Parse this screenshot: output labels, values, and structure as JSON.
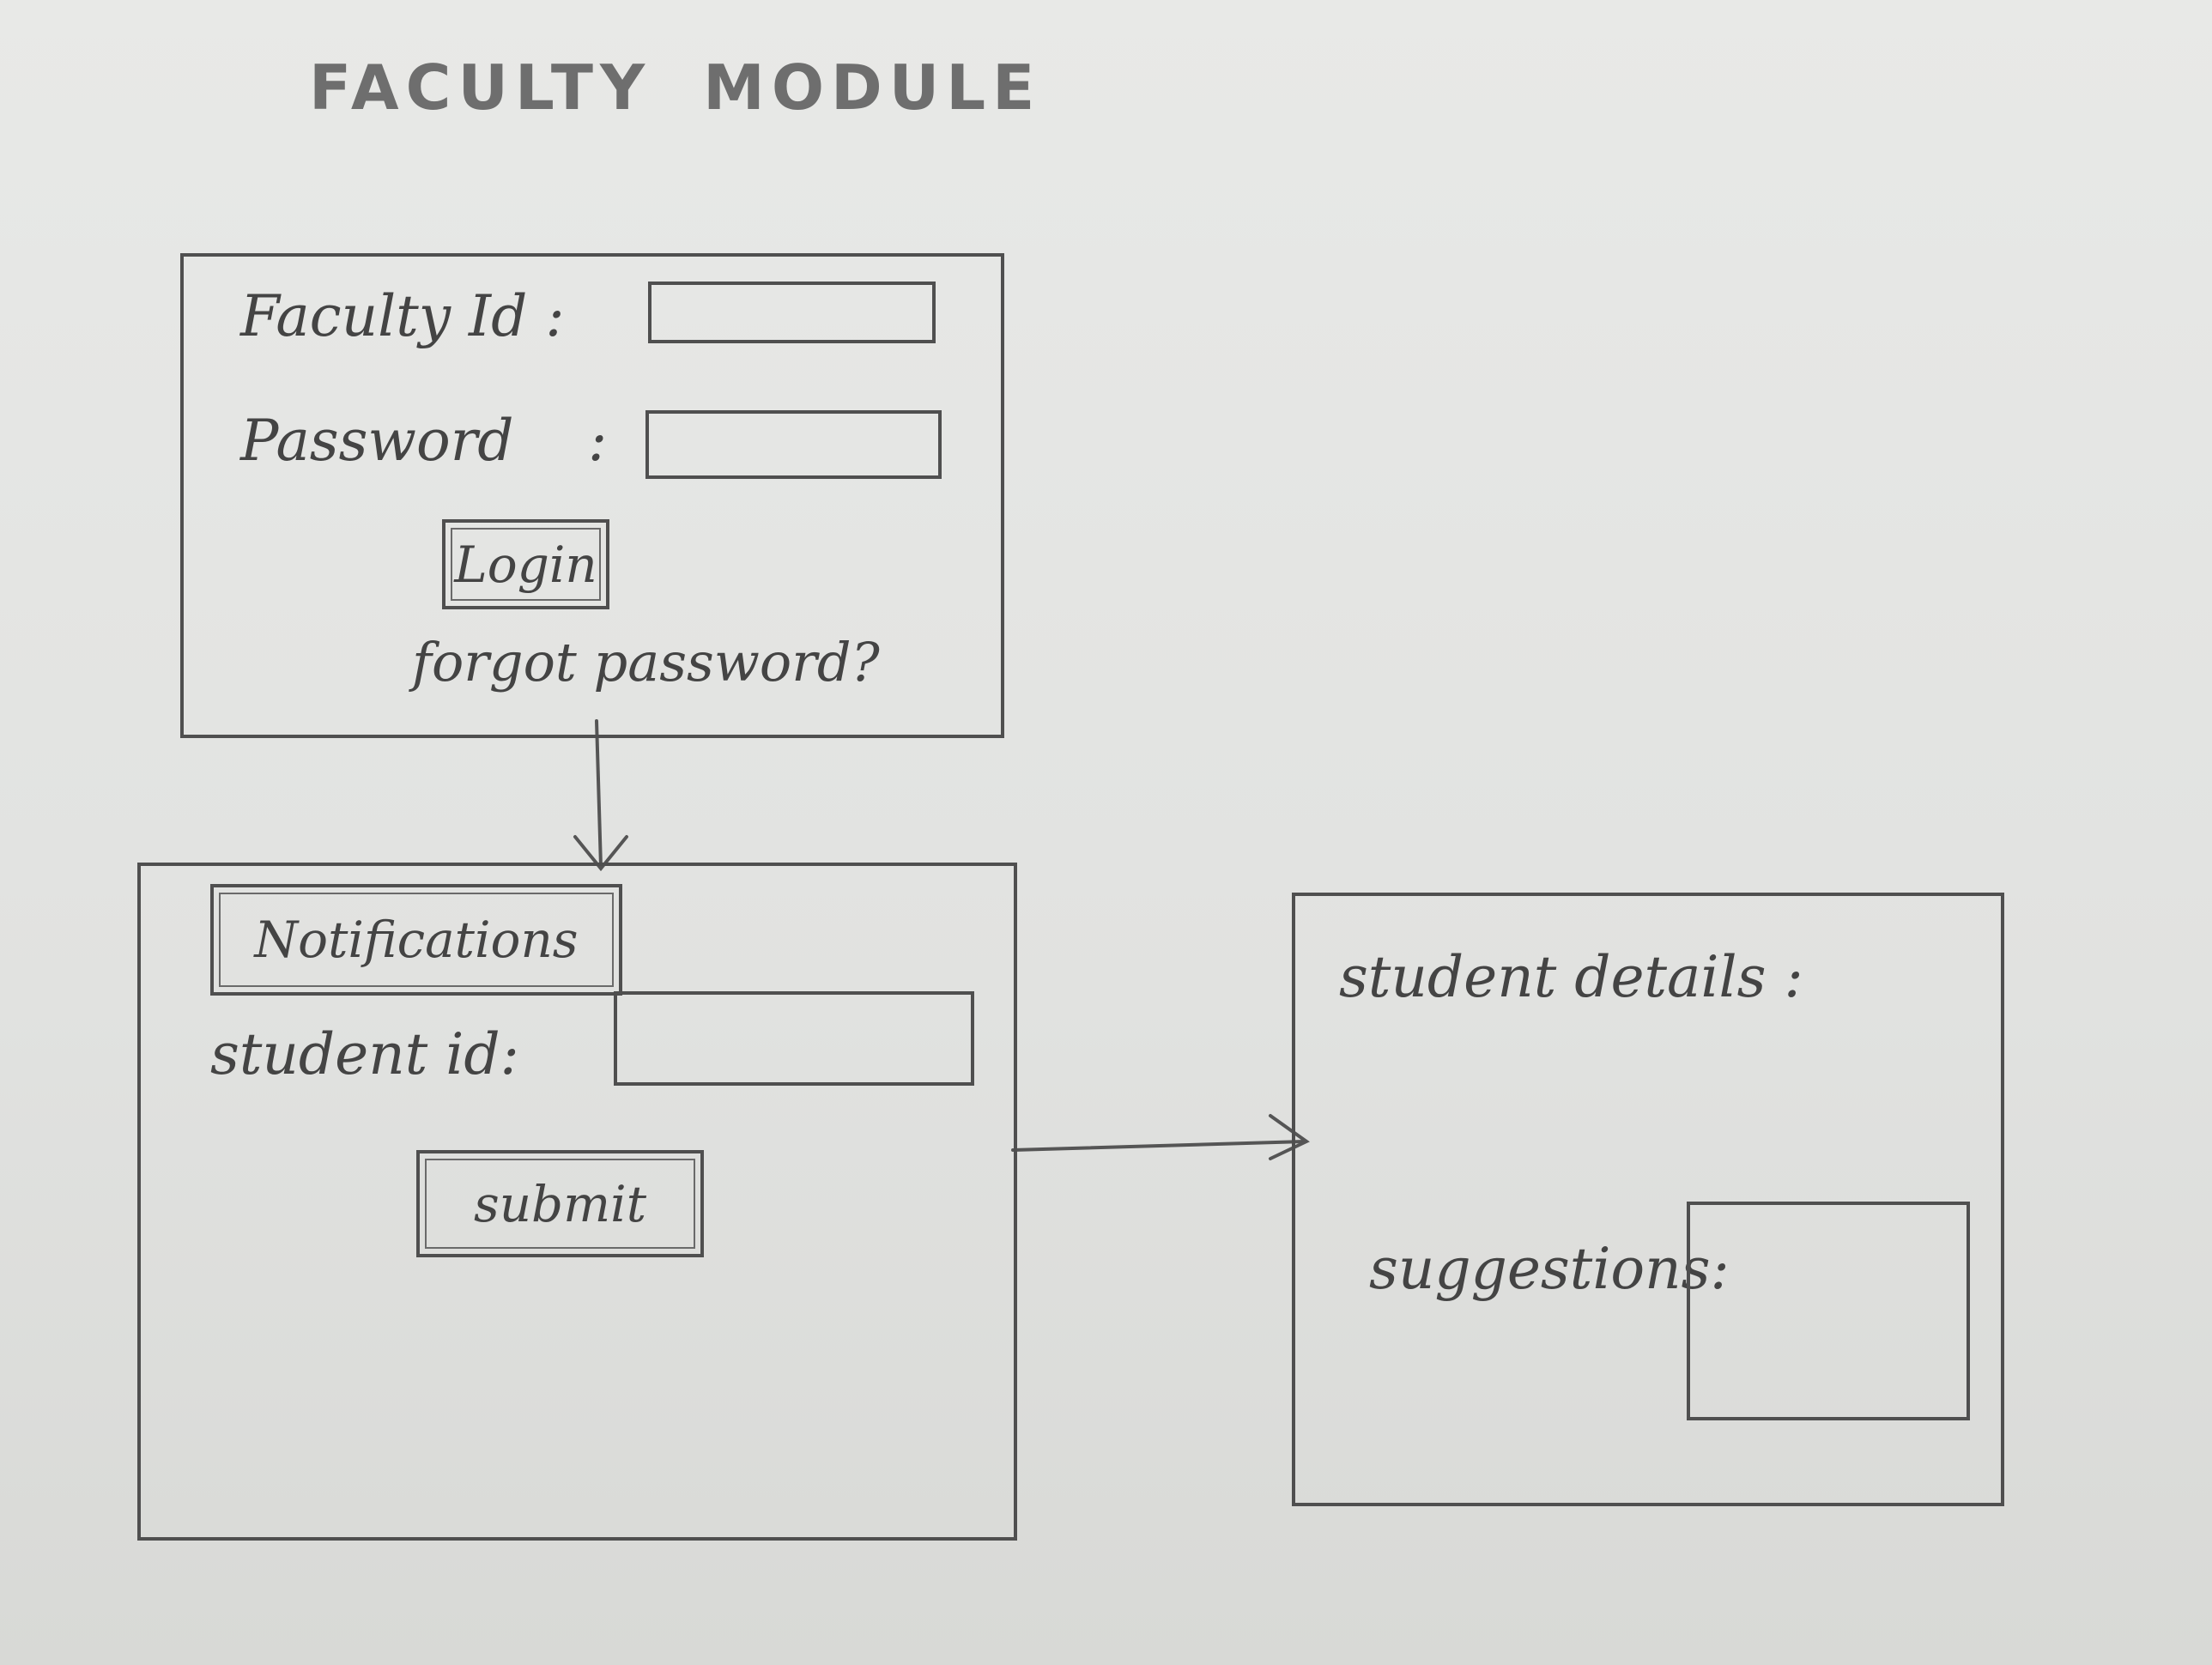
{
  "title": {
    "word1": "FACULTY",
    "word2": "MODULE"
  },
  "login_screen": {
    "faculty_id_label": "Faculty Id :",
    "password_label": "Password",
    "password_colon": ":",
    "login_button": "Login",
    "forgot_link": "forgot password?"
  },
  "notifications_screen": {
    "notifications_button": "Notifications",
    "student_id_label": "student id:",
    "submit_button": "submit"
  },
  "details_screen": {
    "student_details_label": "student details :",
    "suggestions_label": "suggestions:"
  },
  "colors": {
    "pencil": "#4f4f4f",
    "paper": "#e3e4e2"
  }
}
